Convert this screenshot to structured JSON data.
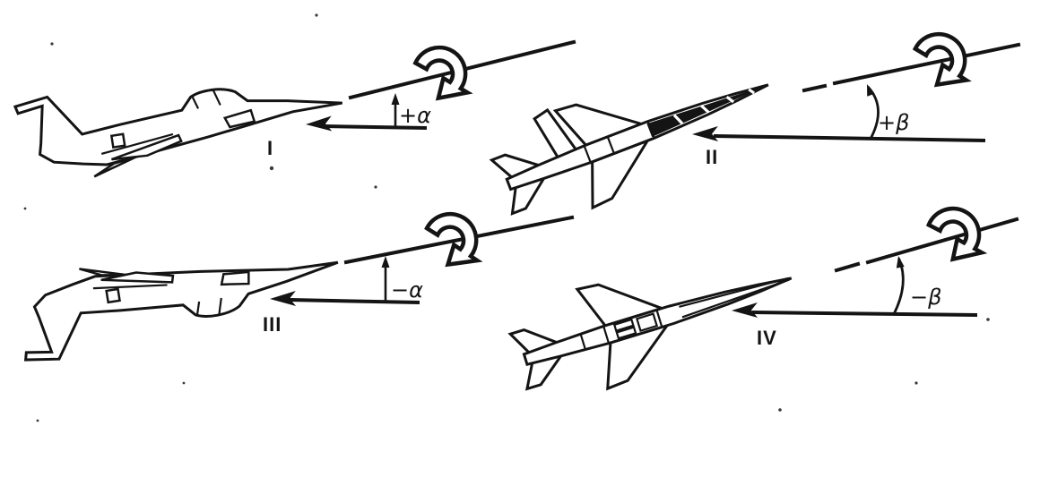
{
  "figure": {
    "name": "aircraft-attitude-angle-conventions",
    "colors": {
      "ink": "#141414",
      "paper": "#ffffff"
    },
    "quadrants": [
      {
        "numeral": "I",
        "angle_label": "+α"
      },
      {
        "numeral": "II",
        "angle_label": "+β"
      },
      {
        "numeral": "III",
        "angle_label": "−α"
      },
      {
        "numeral": "IV",
        "angle_label": "−β"
      }
    ],
    "icons": {
      "rotation": "rotation-arrow-icon",
      "wind": "relative-wind-left-arrow-icon",
      "angle": "angle-measure-arrow-icon"
    }
  }
}
